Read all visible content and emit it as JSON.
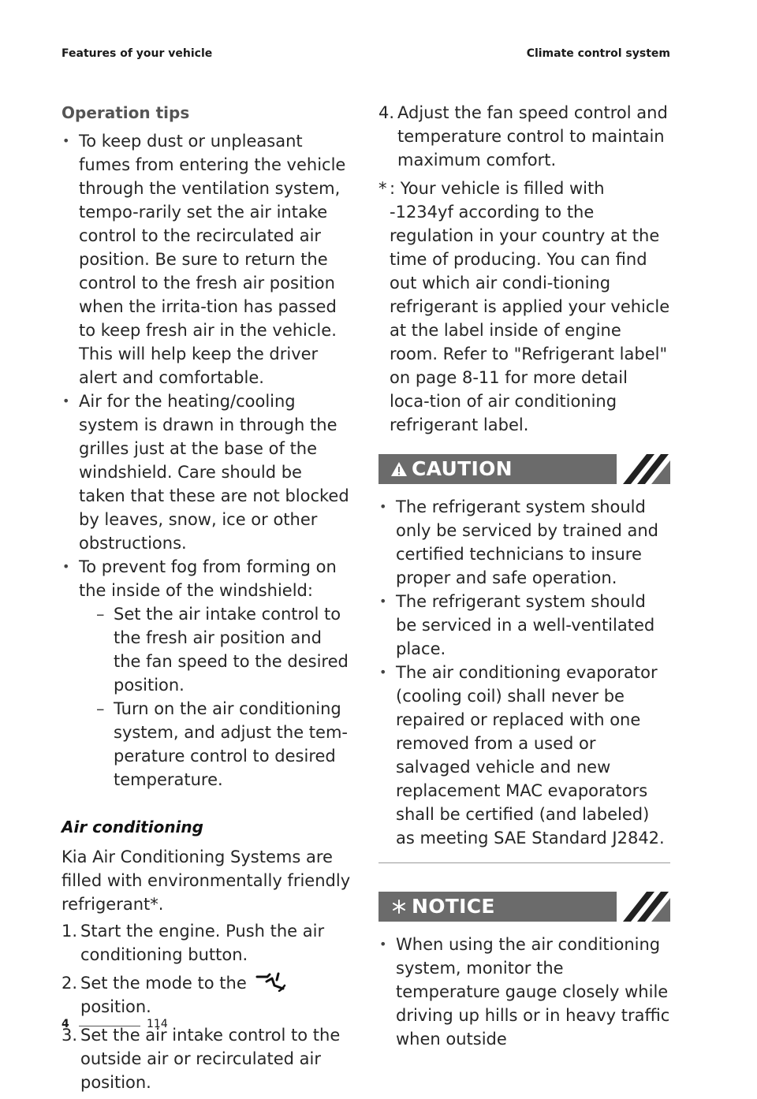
{
  "header": {
    "left": "Features of your vehicle",
    "right": "Climate control system"
  },
  "left_column": {
    "section_title": "Operation tips",
    "bullets": [
      "To keep dust or unpleasant fumes from entering the vehicle through the ventilation system, tempo-rarily set the air intake control to the recirculated air position. Be sure to return the control to the fresh air position when the irrita-tion has passed to keep fresh air in the vehicle. This will help keep the driver alert and comfortable.",
      "Air for the heating/cooling system is drawn in through the grilles just at the base of the windshield. Care should be taken that these are not blocked by leaves, snow, ice or other obstructions.",
      "To prevent fog from forming on the inside of the windshield:"
    ],
    "sub_bullets": [
      "Set the air intake control to the fresh air position and the fan speed to the desired position.",
      "Turn on the air conditioning system, and adjust the tem-perature control to desired temperature."
    ],
    "ac_title": "Air conditioning",
    "ac_intro": "Kia Air Conditioning Systems are filled with environmentally friendly refrigerant*.",
    "steps": [
      {
        "num": "1.",
        "text": "Start the engine. Push the air conditioning button."
      },
      {
        "num": "2.",
        "text_before": "Set the mode to the",
        "icon": "floor-mode-icon",
        "text_after": "position."
      },
      {
        "num": "3.",
        "text": "Set the air intake control to the outside air or recirculated air position."
      }
    ]
  },
  "right_column": {
    "step4": {
      "num": "4.",
      "text": "Adjust the fan speed control and temperature control to maintain maximum comfort."
    },
    "footnote": {
      "mark": "*",
      "text": ": Your vehicle is filled with -1234yf according to the regulation in your country at the time of producing. You can find out which air condi-tioning refrigerant is applied your vehicle at the label inside of engine room. Refer to \"Refrigerant label\" on page 8-11 for more detail loca-tion of air conditioning refrigerant label."
    },
    "caution": {
      "title": "CAUTION",
      "icon": "warning-triangle-icon",
      "bullets": [
        "The refrigerant system should only be serviced by trained and certified technicians to insure proper and safe operation.",
        "The refrigerant system should be serviced in a well-ventilated place.",
        "The air conditioning evaporator (cooling coil) shall never be repaired or replaced with one removed from a used or salvaged vehicle and new replacement MAC evaporators shall be certified (and labeled) as meeting SAE Standard J2842."
      ]
    },
    "notice": {
      "title": "NOTICE",
      "icon": "asterisk-icon",
      "bullets": [
        "When using the air conditioning system, monitor the temperature gauge closely while driving up hills or in heavy traffic when outside"
      ]
    }
  },
  "footer": {
    "chapter": "4",
    "page": "114"
  },
  "colors": {
    "banner_bg": "#6b6b6b",
    "text": "#262626",
    "section_title": "#555555"
  }
}
